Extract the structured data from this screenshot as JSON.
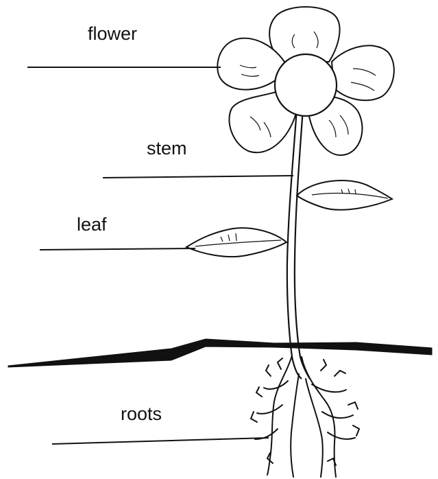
{
  "labels": {
    "flower": "flower",
    "stem": "stem",
    "leaf": "leaf",
    "roots": "roots"
  },
  "colors": {
    "ink": "#111111",
    "background": "#ffffff"
  }
}
